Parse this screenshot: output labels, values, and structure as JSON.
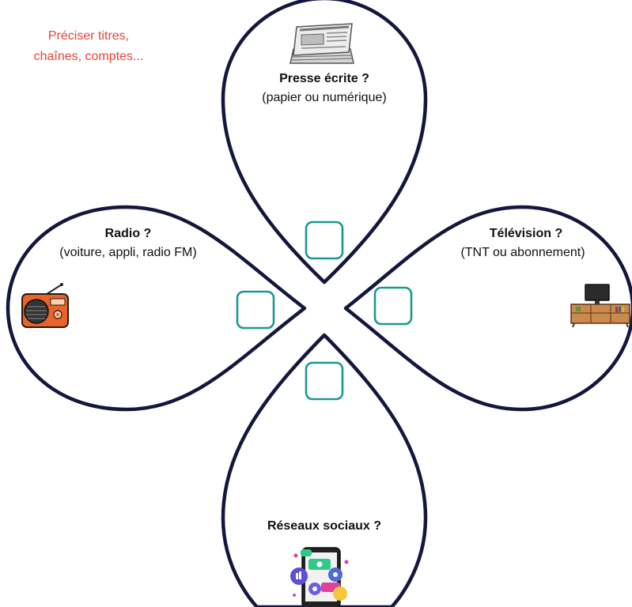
{
  "note": {
    "line1": "Préciser titres,",
    "line2": "chaînes, comptes...",
    "color": "#e8423a"
  },
  "colors": {
    "petal_stroke": "#14173d",
    "checkbox_stroke": "#1a9a8f"
  },
  "petals": {
    "press": {
      "title": "Presse écrite ?",
      "subtitle": "(papier ou numérique)",
      "icon": "newspaper-icon"
    },
    "radio": {
      "title": "Radio ?",
      "subtitle": "(voiture, appli, radio FM)",
      "icon": "radio-icon"
    },
    "tv": {
      "title": "Télévision ?",
      "subtitle": "(TNT ou abonnement)",
      "icon": "television-icon"
    },
    "social": {
      "title": "Réseaux sociaux ?",
      "icon": "social-media-phone-icon"
    }
  }
}
